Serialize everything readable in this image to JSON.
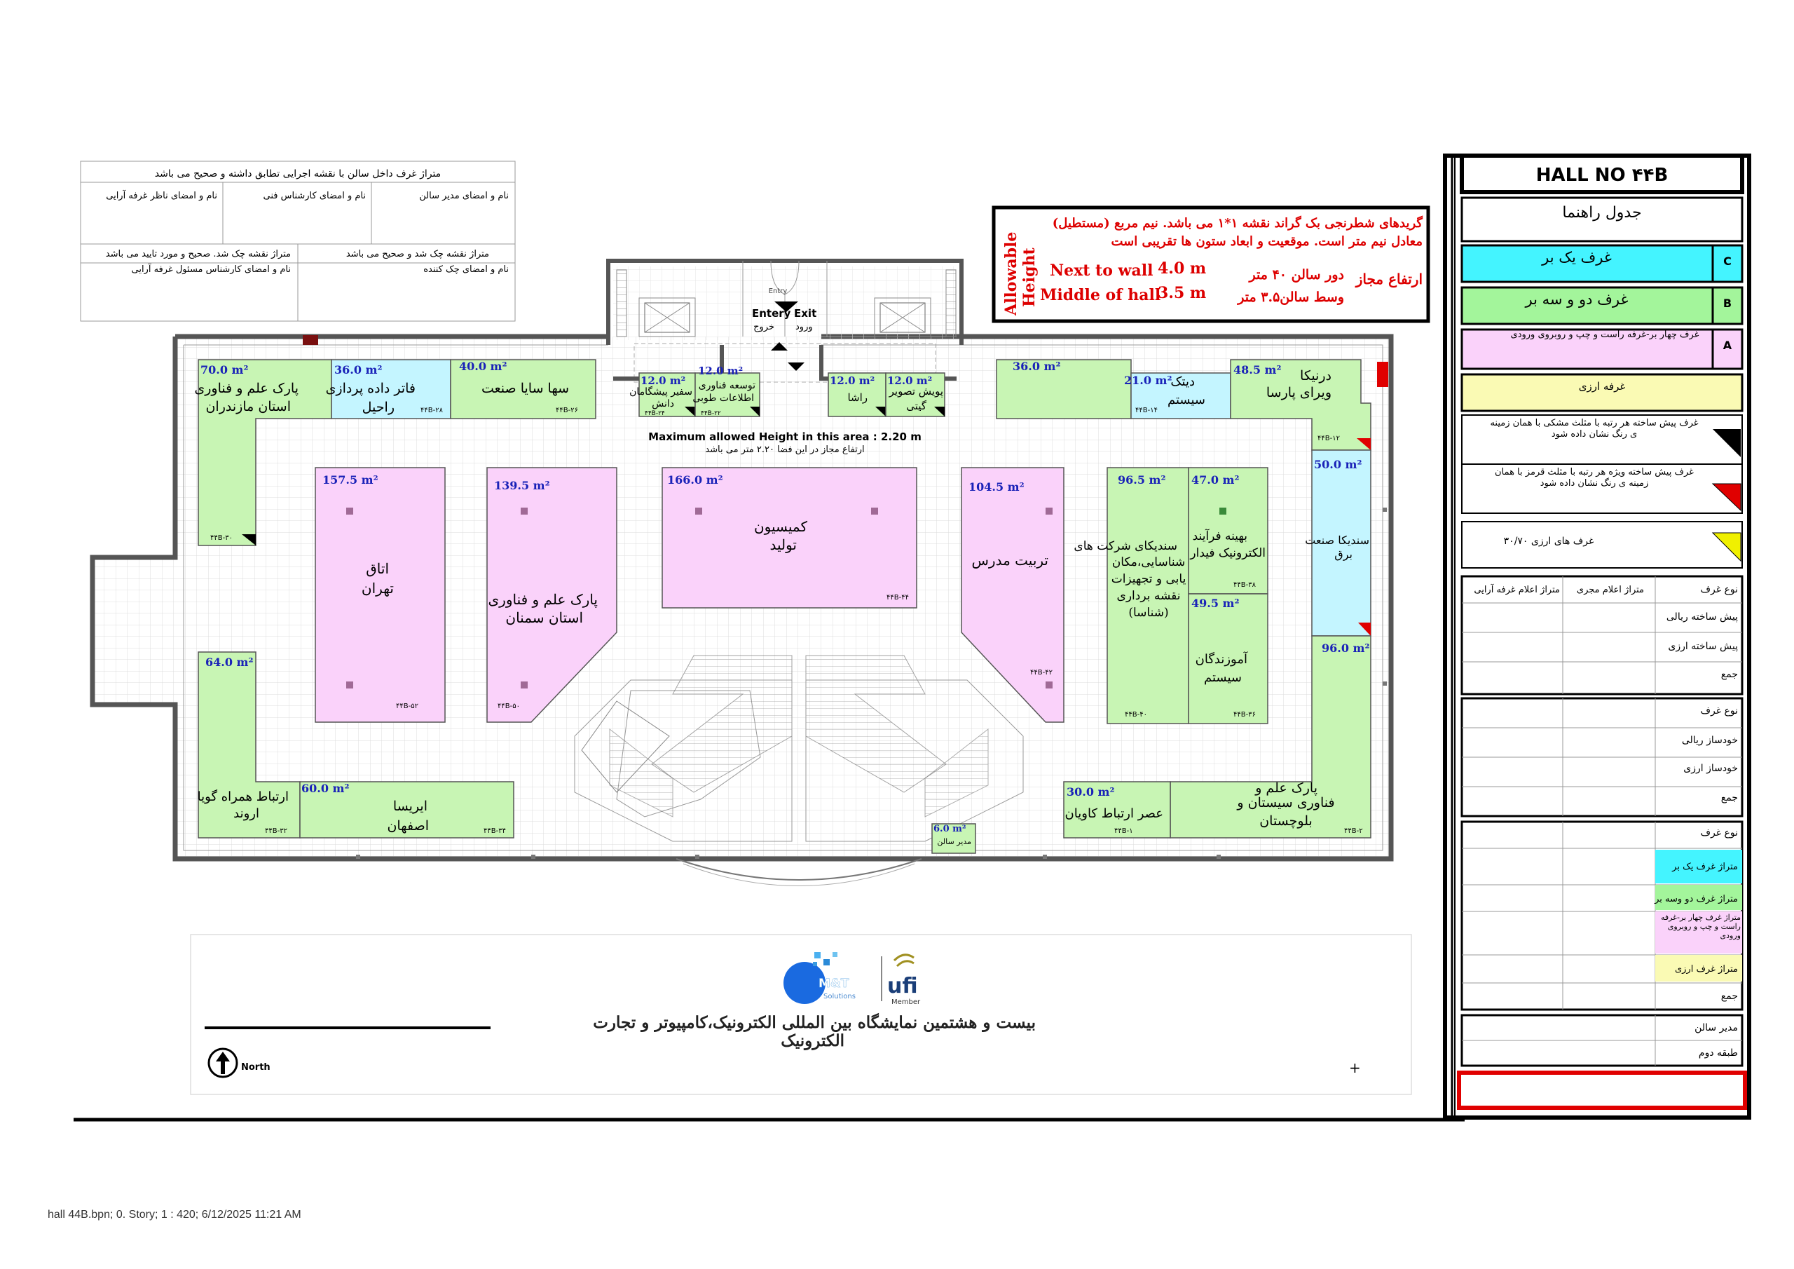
{
  "approval": {
    "header": "متراژ غرف داخل سالن با نقشه اجرایی تطابق داشته و صحیح می باشد",
    "c1": "نام و امضای مدیر سالن",
    "c2": "نام و امضای کارشناس فنی",
    "c3": "نام و امضای ناظر غرفه آرایی",
    "c4": "متراژ نقشه چک شد و صحیح می باشد",
    "c5": "متراژ نقشه چک شد. صحیح و مورد تایید می باشد",
    "c6": "نام و امضای چک کننده",
    "c7": "نام و امضای کارشناس مسئول غرفه آرایی"
  },
  "notice": {
    "line1": "گریدهای شطرنجی بک گراند نقشه ۱*۱ می باشد. نیم مربع (مستطیل)",
    "line2": "معادل نیم متر است. موقعیت و ابعاد ستون ها تقریبی است",
    "allowable": "Allowable",
    "height": "Height",
    "next_wall": "Next to wall",
    "next_val": "4.0 m",
    "middle": "Middle of hall",
    "middle_val": "3.5 m",
    "fa_wall": "دور سالن ۴۰  متر",
    "fa_mid": "وسط سالن۳.۵ متر",
    "fa_title": "ارتفاع مجاز"
  },
  "entrance": {
    "entry_small": "Entry",
    "entery": "Entery",
    "exit": "Exit",
    "khoruj": "خروج",
    "vorud": "ورود"
  },
  "max_height": {
    "en": "Maximum allowed Height in this area : 2.20 m",
    "fa": "ارتفاع مجاز در این فضا ۲.۲۰ متر می باشد"
  },
  "booths": [
    {
      "id": "b30",
      "area": "70.0 m²",
      "name1": "پارک علم و فناوری",
      "name2": "استان مازندران",
      "code": "۴۴B-۳۰",
      "fill": "#c8f5b4"
    },
    {
      "id": "b28",
      "area": "36.0 m²",
      "name1": "فاتر داده پردازی",
      "name2": "راحیل",
      "code": "۴۴B-۲۸",
      "fill": "#c4f5ff"
    },
    {
      "id": "b26",
      "area": "40.0 m²",
      "name1": "سها سایا صنعت",
      "name2": "",
      "code": "۴۴B-۲۶",
      "fill": "#c8f5b4"
    },
    {
      "id": "b24",
      "area": "12.0 m²",
      "name1": "سفیر پیشگامان",
      "name2": "دانش",
      "code": "۴۴B-۲۴",
      "fill": "#c8f5b4"
    },
    {
      "id": "b22",
      "area": "12.0 m²",
      "name1": "توسعه فناوری",
      "name2": "اطلاعات طوبی",
      "code": "۴۴B-۲۲",
      "fill": "#c8f5b4"
    },
    {
      "id": "b20",
      "area": "12.0 m²",
      "name1": "راشا",
      "name2": "",
      "code": "",
      "fill": "#c8f5b4"
    },
    {
      "id": "b18",
      "area": "12.0 m²",
      "name1": "پویش تصویر",
      "name2": "گیتی",
      "code": "",
      "fill": "#c8f5b4"
    },
    {
      "id": "b16",
      "area": "36.0 m²",
      "name1": "",
      "name2": "",
      "code": "",
      "fill": "#c8f5b4"
    },
    {
      "id": "b14",
      "area": "21.0 m²",
      "name1": "دیتک",
      "name2": "سیستم",
      "code": "۴۴B-۱۴",
      "fill": "#c4f5ff"
    },
    {
      "id": "b12",
      "area": "48.5 m²",
      "name1": "درنیکا",
      "name2": "ویرای پارسا",
      "code": "۴۴B-۱۲",
      "fill": "#c8f5b4"
    },
    {
      "id": "b10",
      "area": "50.0 m²",
      "name1": "سندیکا صنعت",
      "name2": "برق",
      "code": "",
      "fill": "#c4f5ff"
    },
    {
      "id": "b52",
      "area": "157.5 m²",
      "name1": "اتاق",
      "name2": "تهران",
      "code": "۴۴B-۵۲",
      "fill": "#fad2fa"
    },
    {
      "id": "b50",
      "area": "139.5 m²",
      "name1": "پارک علم و فناوری",
      "name2": "استان سمنان",
      "code": "۴۴B-۵۰",
      "fill": "#fad2fa"
    },
    {
      "id": "b44",
      "area": "166.0 m²",
      "name1": "کمیسیون",
      "name2": "تولید",
      "code": "۴۴B-۴۴",
      "fill": "#fad2fa"
    },
    {
      "id": "b42",
      "area": "104.5 m²",
      "name1": "تربیت مدرس",
      "name2": "",
      "code": "۴۴B-۴۲",
      "fill": "#fad2fa"
    },
    {
      "id": "b40",
      "area": "96.5 m²",
      "name1": "سندیکای شرکت های",
      "name2": "شناسایی،مکان یابی و تجهیزات نقشه برداری (شناسا)",
      "code": "۴۴B-۴۰",
      "fill": "#c8f5b4"
    },
    {
      "id": "b38",
      "area": "47.0 m²",
      "name1": "بهینه فرآیند",
      "name2": "الکترونیک فیدار",
      "code": "۴۴B-۳۸",
      "fill": "#c8f5b4"
    },
    {
      "id": "b36",
      "area": "49.5 m²",
      "name1": "آموزندگان",
      "name2": "سیستم",
      "code": "۴۴B-۳۶",
      "fill": "#c8f5b4"
    },
    {
      "id": "b32",
      "area": "64.0 m²",
      "name1": "ارتباط همراه گویا",
      "name2": "اروند",
      "code": "۴۴B-۳۲",
      "fill": "#c8f5b4"
    },
    {
      "id": "b34",
      "area": "60.0 m²",
      "name1": "ایریسا",
      "name2": "اصفهان",
      "code": "۴۴B-۳۴",
      "fill": "#c8f5b4"
    },
    {
      "id": "b02",
      "area": "96.0 m²",
      "name1": "پارک علم و",
      "name2": "فناوری سیستان و بلوچستان",
      "code": "۴۴B-۲",
      "fill": "#c8f5b4"
    },
    {
      "id": "b01",
      "area": "30.0 m²",
      "name1": "عصر ارتباط کاویان",
      "name2": "",
      "code": "۴۴B-۱",
      "fill": "#c8f5b4"
    },
    {
      "id": "bm",
      "area": "6.0 m²",
      "name1": "مدیر سالن",
      "name2": "",
      "code": "",
      "fill": "#c8f5b4"
    }
  ],
  "legend": {
    "hall": "HALL NO ۴۴B",
    "title": "جدول راهنما",
    "c_label": "غرف یک بر",
    "c_code": "C",
    "b_label": "غرف دو و سه بر",
    "b_code": "B",
    "a_label": "غرف چهار بر-غرفه راست و چپ و روبروی ورودی",
    "a_code": "A",
    "arzi": "غرفه ارزی",
    "black_tri": "غرف پیش ساخته هر رتبه با مثلث مشکی با همان زمینه ی رنگ نشان داده شود",
    "red_tri": "غرف پیش ساخته ویژه هر رتبه با مثلث قرمز با همان زمینه ی رنگ نشان داده شود",
    "yellow_tri": "غرف های ارزی ۳۰/۷۰",
    "h_type": "نوع غرف",
    "h_exec": "متراژ اعلام مجری",
    "h_arayi": "متراژ اعلام غرفه آرایی",
    "r1": "پیش ساخته ریالی",
    "r2": "پیش ساخته ارزی",
    "r3": "جمع",
    "r4": "نوع غرف",
    "r5": "خودساز ریالی",
    "r6": "خودساز ارزی",
    "r7": "جمع",
    "r8": "نوع غرف",
    "r9": "متراژ غرف یک بر",
    "r10": "متراژ غرف دو وسه بر",
    "r11": "متراژ غرف چهار بر-غرفه راست و چپ و روبروی ورودی",
    "r12": "متراژ غرف ارزی",
    "r13": "جمع",
    "r14": "مدیر سالن",
    "r15": "طبقه دوم"
  },
  "titleblock": {
    "line1": "بیست و هشتمین نمایشگاه بین المللی الکترونیک،کامپیوتر و تجارت",
    "line2": "الکترونیک",
    "north": "North",
    "logo1": "M&T",
    "logo2": "Solutions",
    "ufi": "ufi",
    "member": "Member"
  },
  "footer": "hall 44B.bpn; 0. Story; 1 : 420; 6/12/2025 11:21 AM",
  "colors": {
    "green": "#c8f5b4",
    "cyan": "#c4f5ff",
    "pink": "#fad2fa",
    "legend_cyan": "#44f4ff",
    "legend_green": "#a3f59b",
    "legend_pink": "#fad2fa",
    "legend_yellow": "#fafab4",
    "red": "#e00000",
    "area_text": "#1a22b8"
  }
}
